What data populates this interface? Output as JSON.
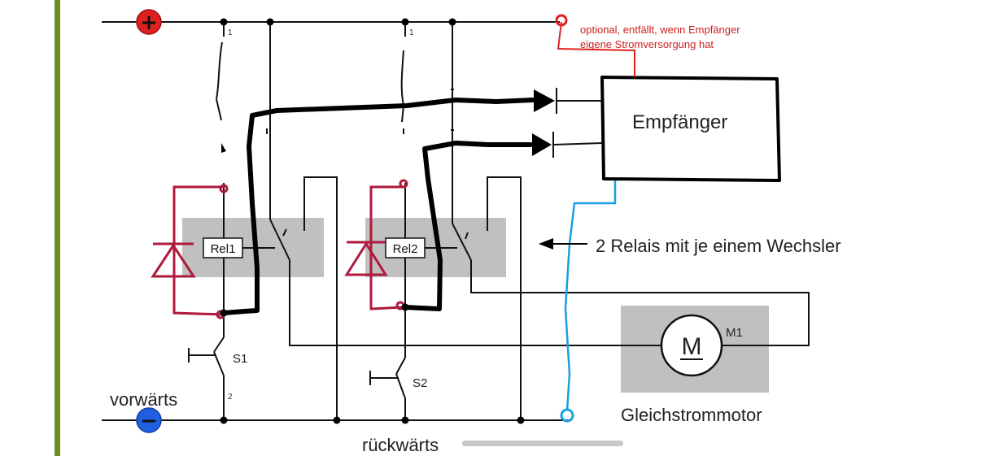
{
  "diagram": {
    "receiver_label": "Empfänger",
    "optional_note_line1": "optional, entfällt, wenn Empfänger",
    "optional_note_line2": "eigene Stromversorgung hat",
    "relay1_label": "Rel1",
    "relay2_label": "Rel2",
    "relays_annotation": "2 Relais mit je einem Wechsler",
    "motor_symbol": "M",
    "motor_ref": "M1",
    "motor_caption": "Gleichstrommotor",
    "switch1_label": "S1",
    "switch2_label": "S2",
    "forward_label": "vorwärts",
    "backward_label": "rückwärts",
    "pin_1a": "1",
    "pin_1b": "1",
    "pin_2": "2",
    "plus_symbol": "+",
    "minus_symbol": "−"
  },
  "colors": {
    "positive_terminal": "#e02020",
    "negative_terminal": "#2060e0",
    "relay_body": "#c0c0c0",
    "motor_body": "#c0c0c0",
    "diode_pen": "#b0193c",
    "supply_pen": "#e02020",
    "signal_pen": "#1aa0e0",
    "left_bar": "#6b8e23"
  }
}
